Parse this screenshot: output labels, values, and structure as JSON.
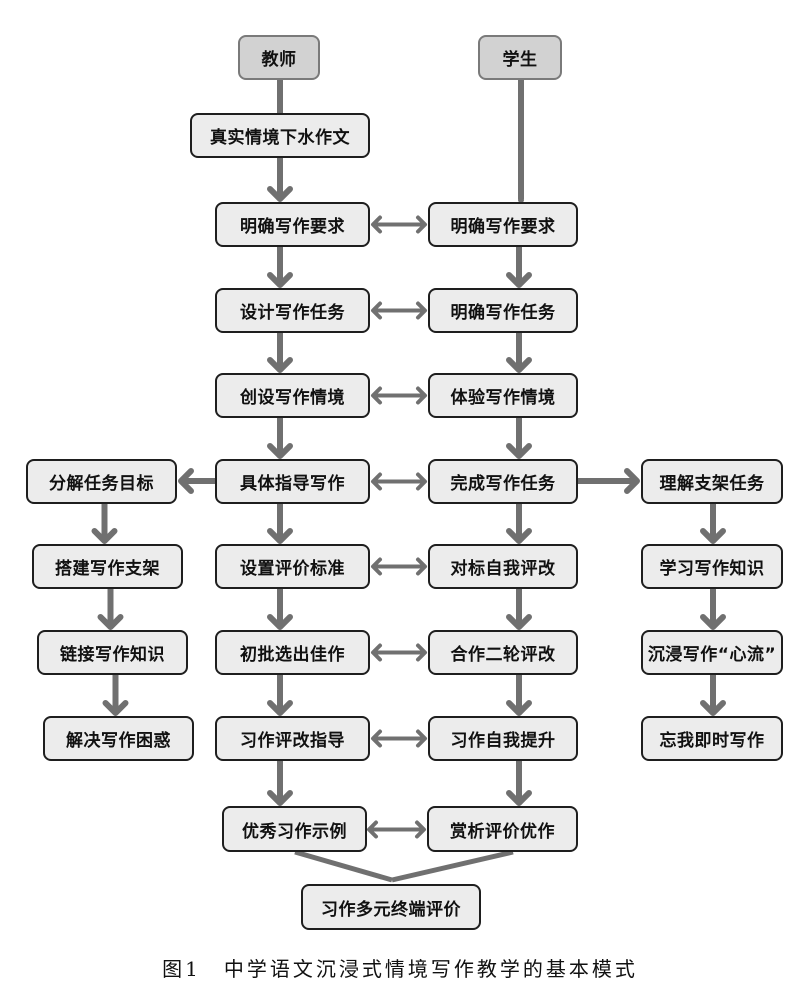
{
  "diagram": {
    "roles": {
      "teacher": "教师",
      "student": "学生"
    },
    "teacher_start": "真实情境下水作文",
    "teacher_column": [
      "明确写作要求",
      "设计写作任务",
      "创设写作情境",
      "具体指导写作",
      "设置评价标准",
      "初批选出佳作",
      "习作评改指导",
      "优秀习作示例"
    ],
    "student_column": [
      "明确写作要求",
      "明确写作任务",
      "体验写作情境",
      "完成写作任务",
      "对标自我评改",
      "合作二轮评改",
      "习作自我提升",
      "赏析评价优作"
    ],
    "teacher_branch": [
      "分解任务目标",
      "搭建写作支架",
      "链接写作知识",
      "解决写作困惑"
    ],
    "student_branch": [
      "理解支架任务",
      "学习写作知识",
      "沉浸写作“心流”",
      "忘我即时写作"
    ],
    "final": "习作多元终端评价",
    "colors": {
      "arrow": "#707070",
      "node_fill": "#ececec",
      "head_fill": "#d2d2d2",
      "border": "#1e1e1e"
    }
  },
  "caption": "图1　中学语文沉浸式情境写作教学的基本模式"
}
